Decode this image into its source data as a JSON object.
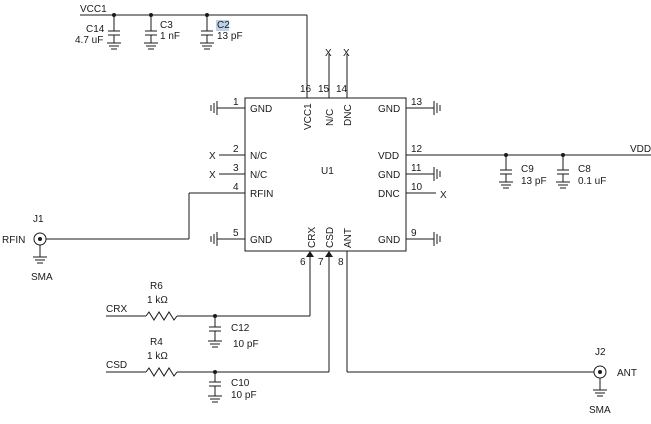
{
  "nets": {
    "vcc1": "VCC1",
    "vdd": "VDD",
    "crx": "CRX",
    "csd": "CSD",
    "rfin": "RFIN",
    "ant": "ANT",
    "nc_mark": "X"
  },
  "ic": {
    "ref": "U1",
    "pins_left": [
      {
        "num": "1",
        "label": "GND"
      },
      {
        "num": "2",
        "label": "N/C"
      },
      {
        "num": "3",
        "label": "N/C"
      },
      {
        "num": "4",
        "label": "RFIN"
      },
      {
        "num": "5",
        "label": "GND"
      }
    ],
    "pins_right": [
      {
        "num": "13",
        "label": "GND"
      },
      {
        "num": "12",
        "label": "VDD"
      },
      {
        "num": "11",
        "label": "GND"
      },
      {
        "num": "10",
        "label": "DNC"
      },
      {
        "num": "9",
        "label": "GND"
      }
    ],
    "pins_top": [
      {
        "num": "16",
        "label": "VCC1"
      },
      {
        "num": "15",
        "label": "N/C"
      },
      {
        "num": "14",
        "label": "DNC"
      }
    ],
    "pins_bottom": [
      {
        "num": "6",
        "label": "CRX"
      },
      {
        "num": "7",
        "label": "CSD"
      },
      {
        "num": "8",
        "label": "ANT"
      }
    ]
  },
  "components": {
    "c14": {
      "ref": "C14",
      "value": "4.7 uF"
    },
    "c3": {
      "ref": "C3",
      "value": "1 nF"
    },
    "c2": {
      "ref": "C2",
      "value": "13 pF"
    },
    "c9": {
      "ref": "C9",
      "value": "13 pF"
    },
    "c8": {
      "ref": "C8",
      "value": "0.1 uF"
    },
    "r6": {
      "ref": "R6",
      "value": "1 kΩ"
    },
    "c12": {
      "ref": "C12",
      "value": "10 pF"
    },
    "r4": {
      "ref": "R4",
      "value": "1 kΩ"
    },
    "c10": {
      "ref": "C10",
      "value": "10 pF"
    },
    "j1": {
      "ref": "J1",
      "type": "SMA"
    },
    "j2": {
      "ref": "J2",
      "type": "SMA"
    }
  }
}
